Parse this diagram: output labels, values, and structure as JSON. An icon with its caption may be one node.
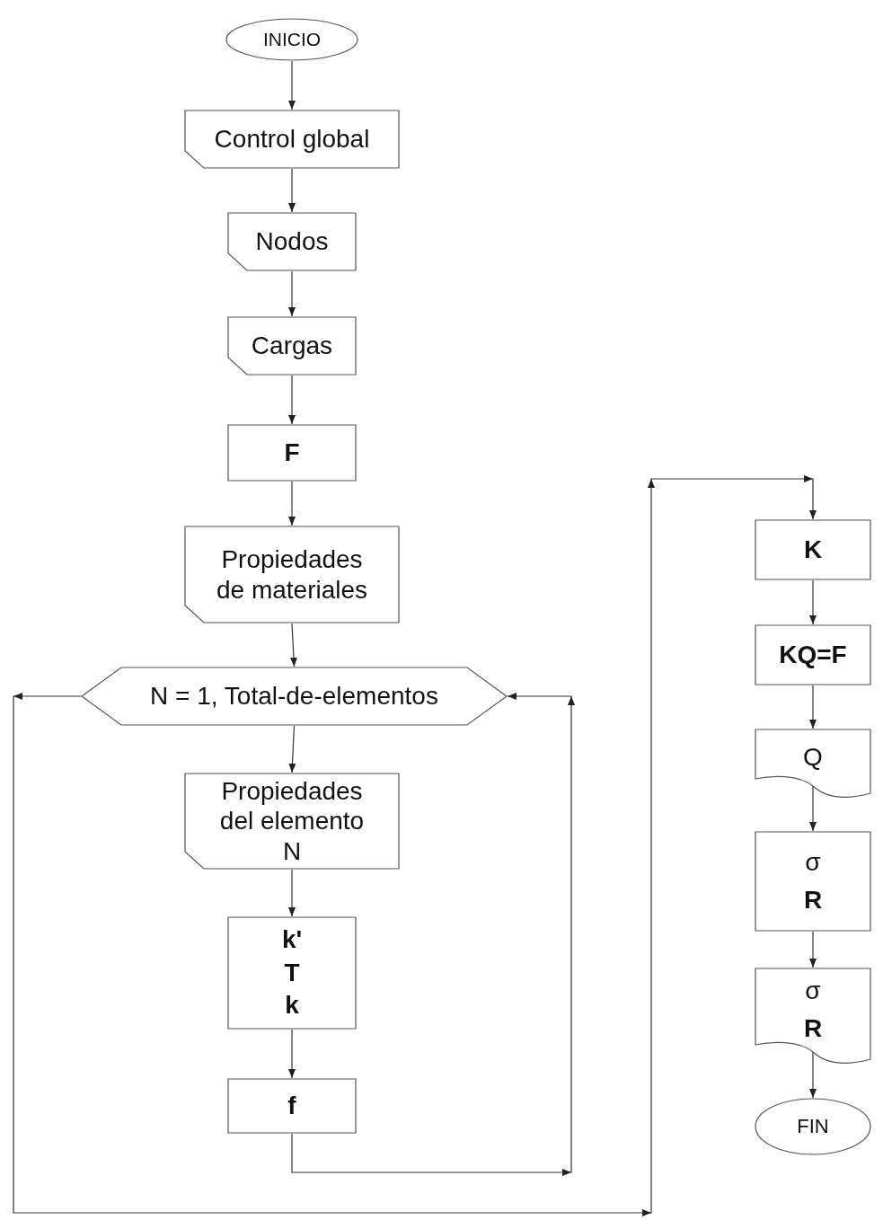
{
  "diagram": {
    "nodes": [
      {
        "text": [
          "INICIO"
        ]
      },
      {
        "text": [
          "Control global"
        ]
      },
      {
        "text": [
          "Nodos"
        ]
      },
      {
        "text": [
          "Cargas"
        ]
      },
      {
        "text": [
          "F"
        ]
      },
      {
        "text": [
          "Propiedades de materiales"
        ]
      },
      {
        "text": [
          "N = 1, Total-de-elementos"
        ]
      },
      {
        "text": [
          "Propiedades del elemento N"
        ]
      },
      {
        "text": [
          "k'",
          "T",
          "k"
        ]
      },
      {
        "text": [
          "f"
        ]
      },
      {
        "text": [
          "K"
        ]
      },
      {
        "text": [
          "KQ=F"
        ]
      },
      {
        "text": [
          "Q"
        ]
      },
      {
        "text": [
          "σ",
          "R"
        ]
      },
      {
        "text": [
          "σ",
          "R"
        ]
      },
      {
        "text": [
          "FIN"
        ]
      }
    ],
    "edges": [
      {
        "from": 0,
        "to": 1,
        "arrow": "to"
      },
      {
        "from": 1,
        "to": 2,
        "arrow": "to"
      },
      {
        "from": 2,
        "to": 3,
        "arrow": "to"
      },
      {
        "from": 3,
        "to": 4,
        "arrow": "to"
      },
      {
        "from": 4,
        "to": 5,
        "arrow": "to"
      },
      {
        "from": 5,
        "to": 6,
        "arrow": "to"
      },
      {
        "from": 6,
        "to": 7,
        "arrow": "to"
      },
      {
        "from": 7,
        "to": 8,
        "arrow": "to"
      },
      {
        "from": 8,
        "to": 9,
        "arrow": "to"
      },
      {
        "from": 9,
        "to": 6,
        "arrow": "to"
      },
      {
        "from": 6,
        "to": 10,
        "arrow": "to"
      },
      {
        "from": 10,
        "to": 11,
        "arrow": "to"
      },
      {
        "from": 11,
        "to": 12,
        "arrow": "to"
      },
      {
        "from": 12,
        "to": 13,
        "arrow": "to"
      },
      {
        "from": 13,
        "to": 14,
        "arrow": "to"
      },
      {
        "from": 14,
        "to": 15,
        "arrow": "to"
      }
    ]
  }
}
